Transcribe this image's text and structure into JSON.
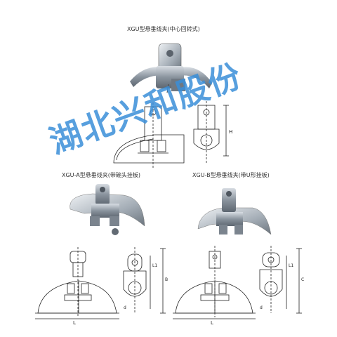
{
  "captions": {
    "top": "XGU型悬垂线夹(中心回转式)",
    "type_a": "XGU-A型悬垂线夹(带碗头挂板)",
    "type_b": "XGU-B型悬垂线夹(带U形挂板)"
  },
  "dimension_labels": {
    "top_h": "H",
    "a_l": "L",
    "a_l1": "L1",
    "a_b": "B",
    "a_d": "d",
    "b_l": "L",
    "b_l1": "L1",
    "b_c": "C",
    "b_d": "d"
  },
  "watermark": {
    "text": "湖北兴和股份",
    "color": "#3a8fd9"
  }
}
